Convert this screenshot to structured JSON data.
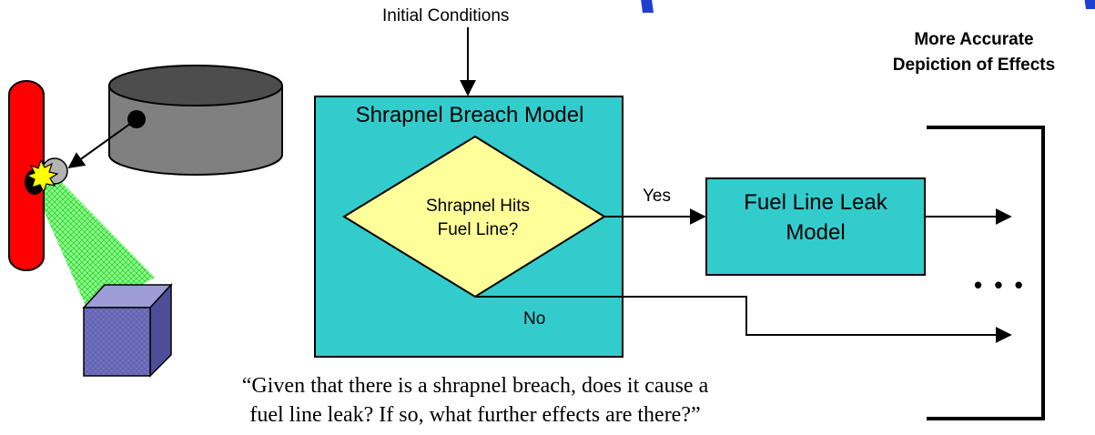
{
  "diagram": {
    "initial_conditions": "Initial Conditions",
    "more_accurate_line1": "More Accurate",
    "more_accurate_line2": "Depiction of Effects",
    "breach_model_title": "Shrapnel Breach Model",
    "decision_line1": "Shrapnel Hits",
    "decision_line2": "Fuel Line?",
    "yes_label": "Yes",
    "no_label": "No",
    "leak_model_line1": "Fuel Line Leak",
    "leak_model_line2": "Model",
    "ellipsis": "• • •",
    "quote_line1": "“Given that there is a shrapnel breach, does it cause a",
    "quote_line2": "fuel line leak?  If so, what further effects are there?”"
  },
  "colors": {
    "model_box": "#33CCCC",
    "decision_diamond": "#FFFF99",
    "fuel_tube": "#FF0000",
    "tank_body": "#808080",
    "tank_top": "#4D4D4D",
    "shrapnel_cone": "#66FF66",
    "target_cube": "#7070B8",
    "title_fragment": "#1F3FD0"
  },
  "icons": {
    "fuel_line": "red-cylinder-icon",
    "tank": "gray-tank-icon",
    "explosion": "explosion-burst-icon",
    "target": "purple-cube-icon"
  }
}
